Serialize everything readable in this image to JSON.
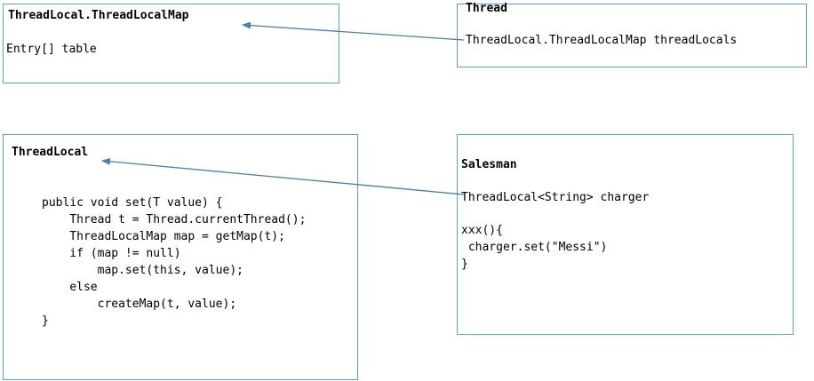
{
  "boxes": {
    "threadlocalmap": {
      "title": "ThreadLocal.ThreadLocalMap",
      "fields": [
        "Entry[] table"
      ]
    },
    "thread": {
      "title": "Thread",
      "fields": [
        "ThreadLocal.ThreadLocalMap threadLocals"
      ]
    },
    "threadlocal": {
      "title": "ThreadLocal",
      "code": [
        "public void set(T value) {",
        "    Thread t = Thread.currentThread();",
        "    ThreadLocalMap map = getMap(t);",
        "    if (map != null)",
        "        map.set(this, value);",
        "    else",
        "        createMap(t, value);",
        "}"
      ]
    },
    "salesman": {
      "title": "Salesman",
      "fields": [
        "ThreadLocal<String> charger"
      ],
      "code": [
        "xxx(){",
        " charger.set(\"Messi\")",
        "}"
      ]
    }
  },
  "colors": {
    "box_border_green": "#4fb39a",
    "box_border_blue": "#5b9bd5",
    "arrow": "#4a7eab"
  }
}
